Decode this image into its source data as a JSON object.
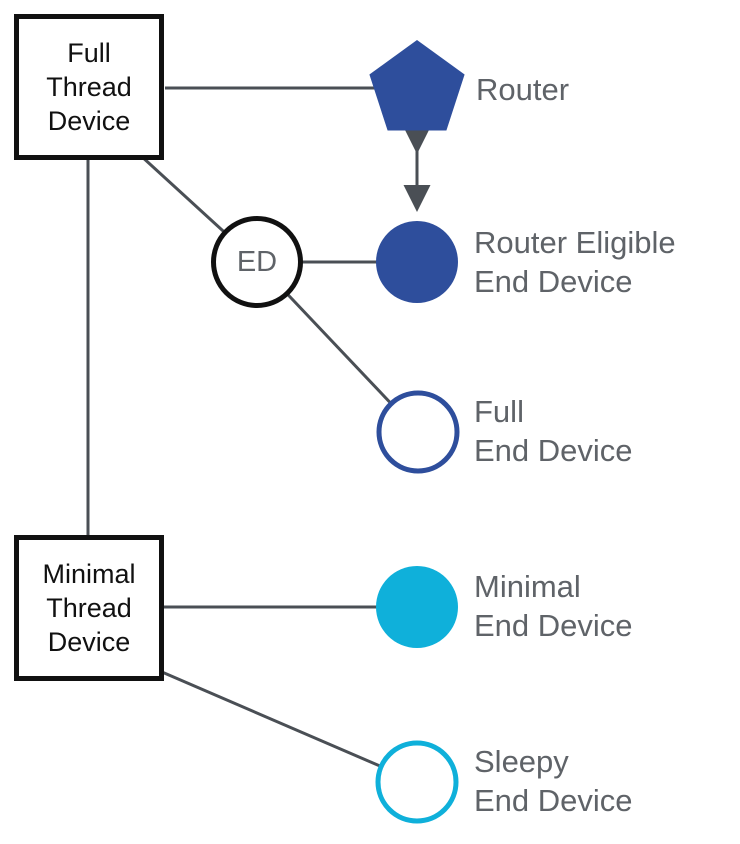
{
  "diagram": {
    "nodes": {
      "full_thread_device": {
        "label": "Full\nThread\nDevice"
      },
      "minimal_thread_device": {
        "label": "Minimal\nThread\nDevice"
      },
      "ed": {
        "label": "ED"
      },
      "router": {
        "label": "Router"
      },
      "router_eligible_end_device": {
        "label": "Router Eligible\nEnd Device"
      },
      "full_end_device": {
        "label": "Full\nEnd Device"
      },
      "minimal_end_device": {
        "label": "Minimal\nEnd Device"
      },
      "sleepy_end_device": {
        "label": "Sleepy\nEnd Device"
      }
    },
    "colors": {
      "dark_blue": "#2e4e9c",
      "cyan": "#0fb0da",
      "line_gray": "#4a4f55",
      "text_gray": "#5f6368",
      "black": "#111111"
    },
    "edges": [
      {
        "from": "full_thread_device",
        "to": "router"
      },
      {
        "from": "full_thread_device",
        "to": "ed"
      },
      {
        "from": "full_thread_device",
        "to": "minimal_thread_device"
      },
      {
        "from": "ed",
        "to": "router_eligible_end_device"
      },
      {
        "from": "ed",
        "to": "full_end_device"
      },
      {
        "from": "minimal_thread_device",
        "to": "minimal_end_device"
      },
      {
        "from": "minimal_thread_device",
        "to": "sleepy_end_device"
      },
      {
        "from": "router",
        "to": "router_eligible_end_device",
        "type": "double-arrow"
      }
    ]
  }
}
